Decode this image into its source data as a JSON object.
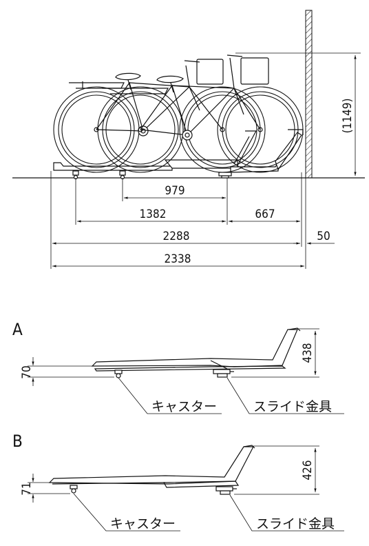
{
  "side_view": {
    "dimensions": {
      "height": "(1149)",
      "d979": "979",
      "d1382": "1382",
      "d667": "667",
      "d2288": "2288",
      "d50": "50",
      "d2338": "2338"
    }
  },
  "section_a": {
    "label": "A",
    "dim_left": "70",
    "dim_right": "438",
    "caster_label": "キャスター",
    "slide_label": "スライド金具"
  },
  "section_b": {
    "label": "B",
    "dim_left": "71",
    "dim_right": "426",
    "caster_label": "キャスター",
    "slide_label": "スライド金具"
  }
}
